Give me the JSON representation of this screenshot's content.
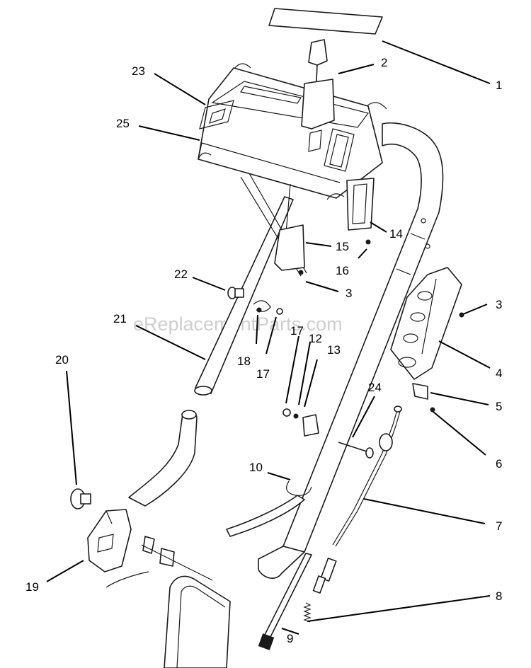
{
  "watermark": "eReplacementParts.com",
  "callouts": {
    "c1": "1",
    "c2": "2",
    "c3a": "3",
    "c3b": "3",
    "c4": "4",
    "c5": "5",
    "c6": "6",
    "c7": "7",
    "c8": "8",
    "c9": "9",
    "c10": "10",
    "c12": "12",
    "c13": "13",
    "c14": "14",
    "c15": "15",
    "c16": "16",
    "c17a": "17",
    "c17b": "17",
    "c18": "18",
    "c19": "19",
    "c20": "20",
    "c21": "21",
    "c22": "22",
    "c23": "23",
    "c24": "24",
    "c25": "25"
  }
}
